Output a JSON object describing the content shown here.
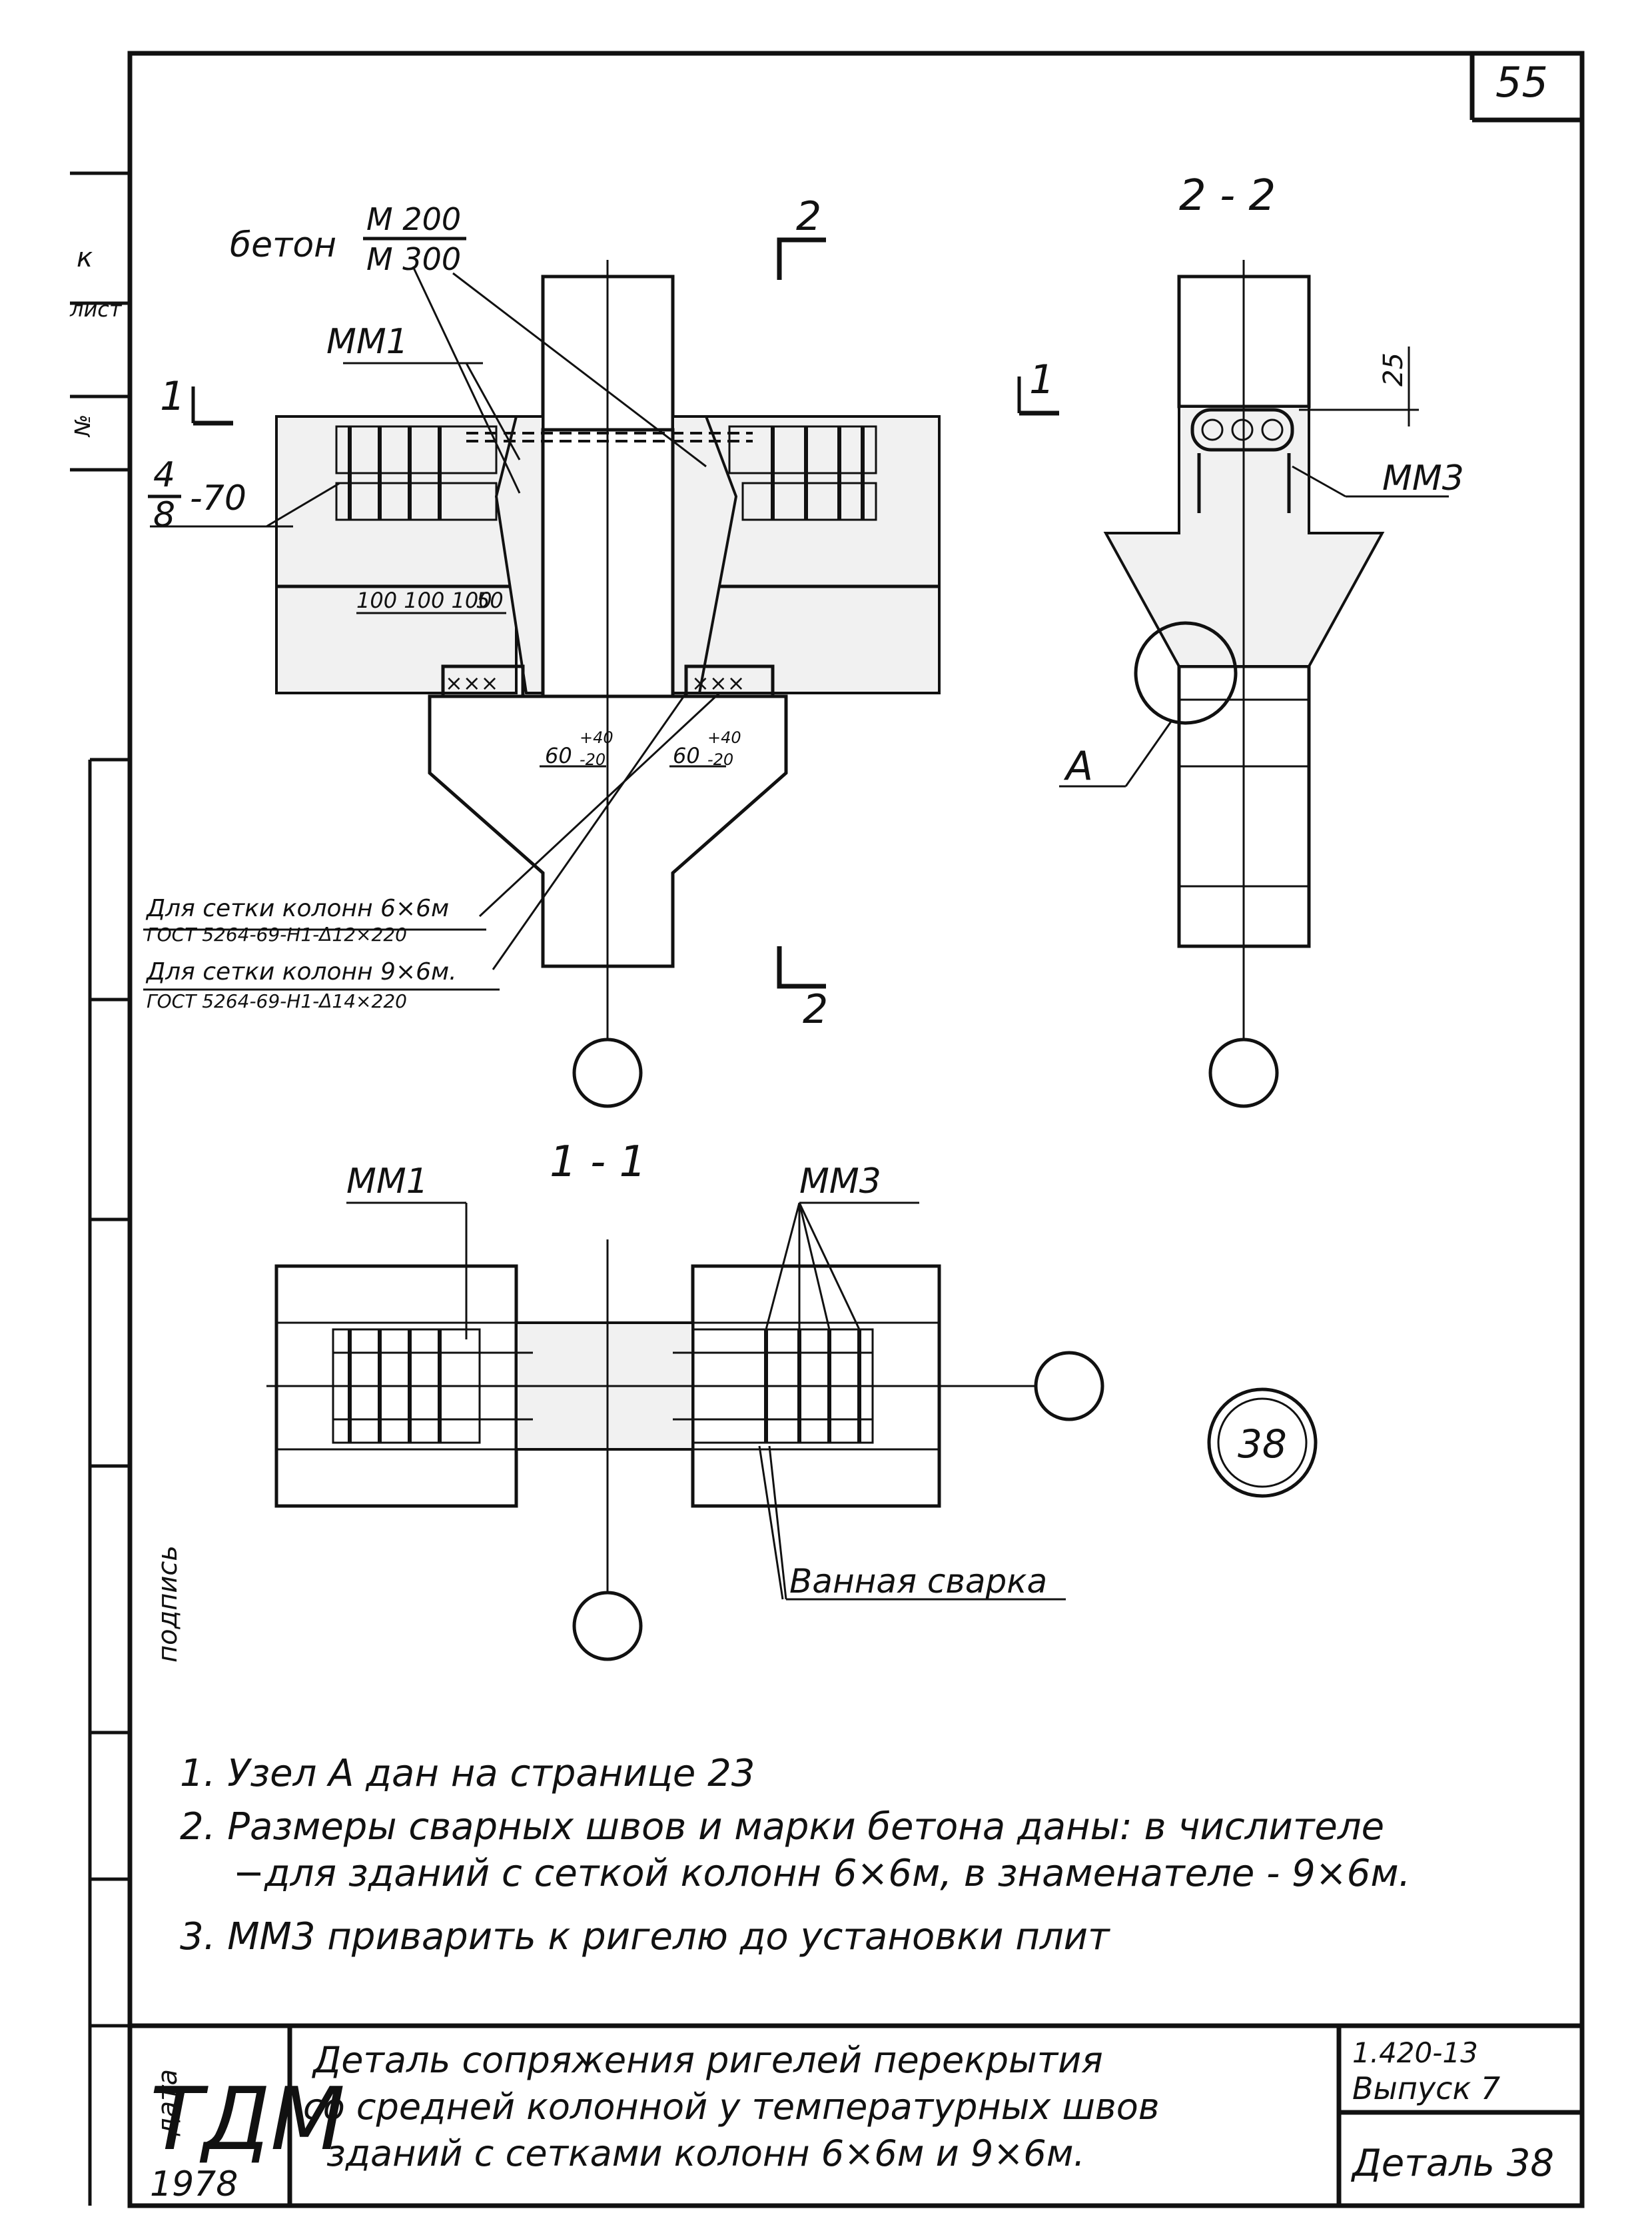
{
  "page_number": "55",
  "sections": {
    "section_2_marker": "2",
    "section_1_marker": "1",
    "section_2_2_title": "2 - 2",
    "section_1_1_title": "1 - 1"
  },
  "labels": {
    "concrete_label": "бетон",
    "concrete_numerator": "М 200",
    "concrete_denominator": "М 300",
    "mm1": "ММ1",
    "mm3": "ММ3",
    "weld_fraction_num": "4",
    "weld_fraction_den": "8",
    "weld_length": "-70",
    "spacing_dims": "100 100 100",
    "spacing_end": "50",
    "gap_dim_left": "60",
    "gap_dim_right": "60",
    "gap_tol_plus": "+40",
    "gap_tol_minus": "-20",
    "dim_25": "25",
    "node_a": "А",
    "bath_weld": "Ванная сварка",
    "grid_6x6_title": "Для сетки колонн 6×6м",
    "grid_6x6_gost": "ГОСТ 5264-69-Н1-Δ12×220",
    "grid_9x6_title": "Для сетки колонн 9×6м.",
    "grid_9x6_gost": "ГОСТ 5264-69-Н1-Δ14×220"
  },
  "detail_number": "38",
  "notes": [
    "1. Узел А дан на странице 23",
    "2. Размеры сварных швов и марки бетона даны: в числителе",
    "−для зданий с сеткой колонн 6×6м, в знаменателе - 9×6м.",
    "3. ММ3 приварить к ригелю до установки плит"
  ],
  "title_block": {
    "logo": "ТДМ",
    "year": "1978",
    "title_line1": "Деталь сопряжения ригелей перекрытия",
    "title_line2": "со средней колонной у температурных швов",
    "title_line3": "зданий с сетками колонн 6×6м и 9×6м.",
    "series": "1.420-13",
    "issue": "Выпуск 7",
    "detail": "Деталь 38"
  },
  "margin_stamp": {
    "label_k": "к",
    "label_list": "лист",
    "label_no": "№",
    "label_podpis": "подпись",
    "label_data": "дата"
  }
}
